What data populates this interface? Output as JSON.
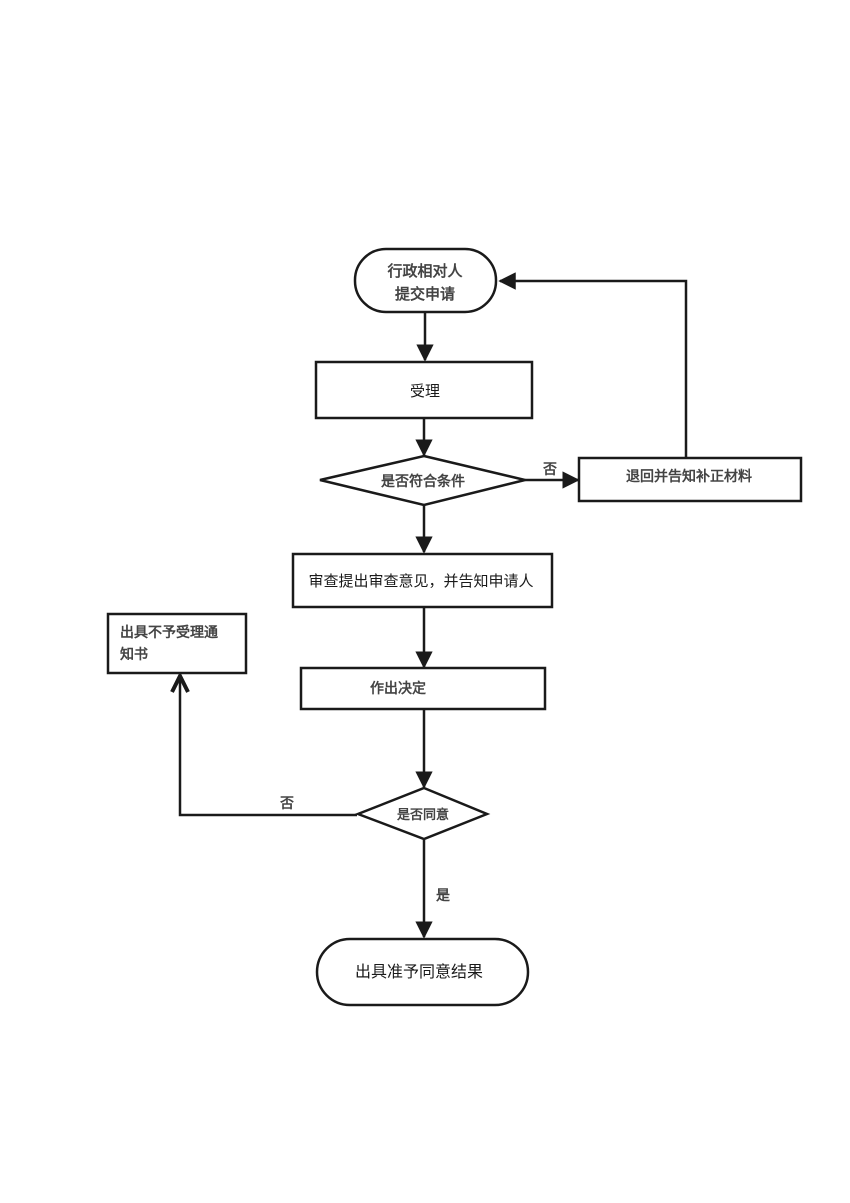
{
  "diagram": {
    "type": "flowchart",
    "colors": {
      "stroke": "#1a1a1a",
      "text": "#1a1a1a",
      "muted_text": "#444444",
      "background": "#ffffff"
    },
    "nodes": {
      "start": {
        "shape": "terminator",
        "lines": [
          "行政相对人",
          "提交申请"
        ]
      },
      "accept": {
        "shape": "process",
        "label": "受理"
      },
      "check_conditions": {
        "shape": "decision",
        "label": "是否符合条件"
      },
      "return_materials": {
        "shape": "process",
        "label": "退回并告知补正材料"
      },
      "review": {
        "shape": "process",
        "label": "审查提出审查意见，并告知申请人"
      },
      "reject_notice": {
        "shape": "process",
        "lines": [
          "出具不予受理通",
          "知书"
        ]
      },
      "decide": {
        "shape": "process",
        "label": "作出决定"
      },
      "agree": {
        "shape": "decision",
        "label": "是否同意"
      },
      "approve_result": {
        "shape": "terminator",
        "label": "出具准予同意结果"
      }
    },
    "edges": [
      {
        "from": "start",
        "to": "accept",
        "label": ""
      },
      {
        "from": "accept",
        "to": "check_conditions",
        "label": ""
      },
      {
        "from": "check_conditions",
        "to": "return_materials",
        "label": "否"
      },
      {
        "from": "return_materials",
        "to": "start",
        "label": ""
      },
      {
        "from": "check_conditions",
        "to": "review",
        "label": ""
      },
      {
        "from": "review",
        "to": "decide",
        "label": ""
      },
      {
        "from": "decide",
        "to": "agree",
        "label": ""
      },
      {
        "from": "agree",
        "to": "reject_notice",
        "label": "否"
      },
      {
        "from": "agree",
        "to": "approve_result",
        "label": "是"
      }
    ]
  }
}
